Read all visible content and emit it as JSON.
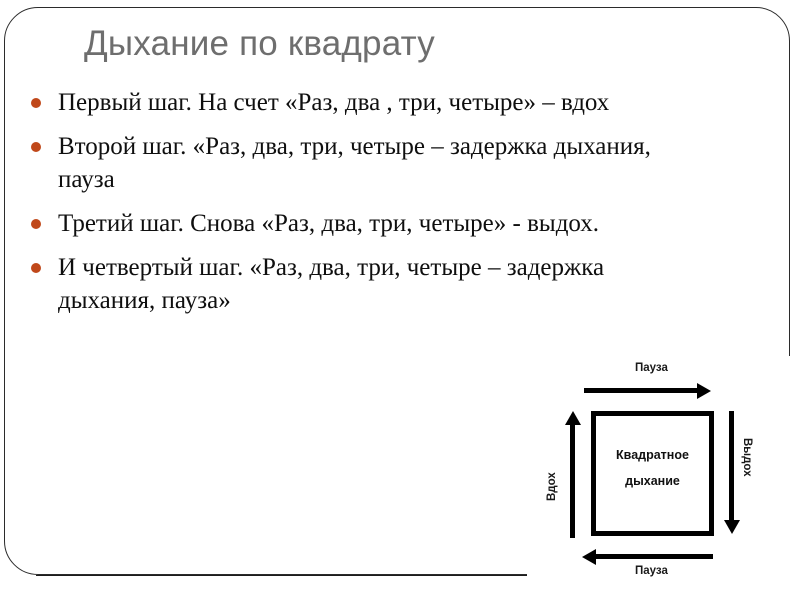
{
  "slide": {
    "title": "Дыхание по квадрату",
    "bullets": [
      "Первый шаг. На счет «Раз, два , три, четыре» – вдох",
      "Второй шаг. «Раз, два, три, четыре – задержка дыхания, пауза",
      "Третий шаг. Снова «Раз, два, три, четыре» - выдох.",
      "И четвертый шаг. «Раз, два, три, четыре – задержка дыхания, пауза»"
    ]
  },
  "diagram": {
    "center_line1": "Квадратное",
    "center_line2": "дыхание",
    "label_top": "Пауза",
    "label_right": "Выдох",
    "label_bottom": "Пауза",
    "label_left": "Вдох"
  },
  "colors": {
    "bullet_dot": "#c0481a",
    "title_text": "#6e6e6e",
    "body_text": "#0f0f0f",
    "diagram_stroke": "#000000",
    "frame_stroke": "#2b2b2b",
    "background": "#ffffff"
  }
}
